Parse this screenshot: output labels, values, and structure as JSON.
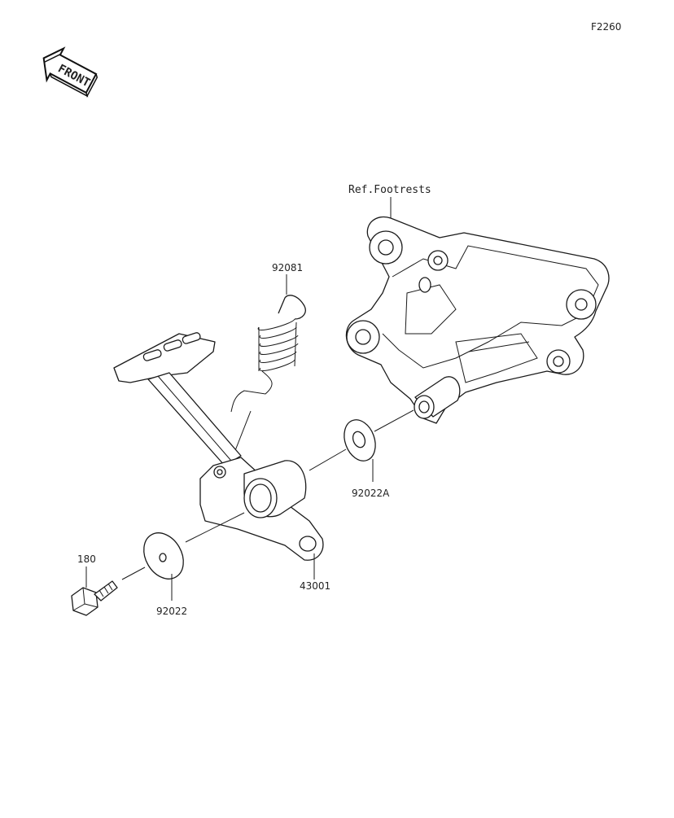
{
  "diagram": {
    "figure_code": "F2260",
    "direction_label": "FRONT",
    "callouts": {
      "ref_footrests": "Ref.Footrests",
      "spring": "92081",
      "washer_a": "92022A",
      "pedal": "43001",
      "bolt": "180",
      "washer": "92022"
    }
  }
}
